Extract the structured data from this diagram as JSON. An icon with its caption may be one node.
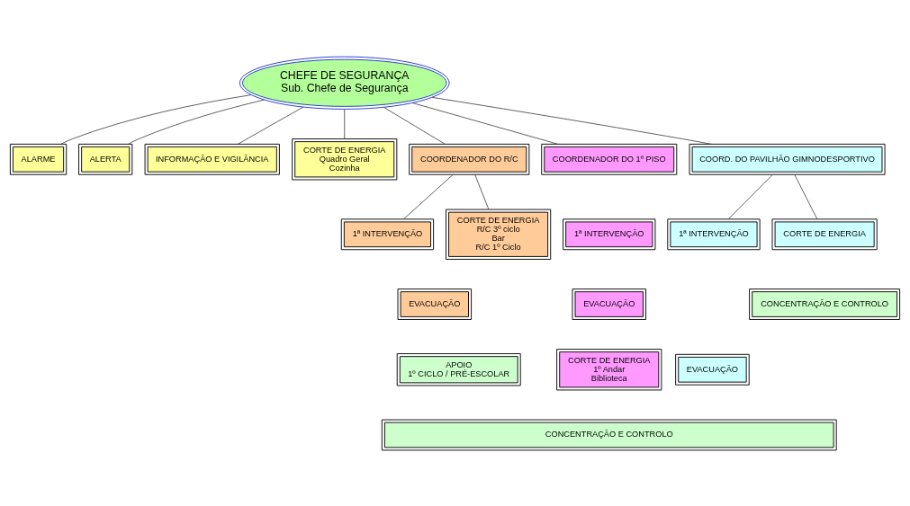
{
  "diagram": {
    "nodes": [
      {
        "text": [
          "CHEFE DE SEGURANÇA",
          "Sub. Chefe de Segurança"
        ]
      },
      {
        "text": [
          "ALARME"
        ]
      },
      {
        "text": [
          "ALERTA"
        ]
      },
      {
        "text": [
          "INFORMAÇÃO E VIGILÂNCIA"
        ]
      },
      {
        "text": [
          "CORTE DE ENERGIA",
          "Quadro Geral",
          "Cozinha"
        ]
      },
      {
        "text": [
          "COORDENADOR DO R/C"
        ]
      },
      {
        "text": [
          "COORDENADOR DO 1º PISO"
        ]
      },
      {
        "text": [
          "COORD. DO PAVILHÃO GIMNODESPORTIVO"
        ]
      },
      {
        "text": [
          "1ª INTERVENÇÃO"
        ]
      },
      {
        "text": [
          "CORTE DE ENERGIA",
          "R/C 3º ciclo",
          "Bar",
          "R/C 1º Ciclo"
        ]
      },
      {
        "text": [
          "EVACUAÇÃO"
        ]
      },
      {
        "text": [
          "APOIO",
          "1º CICLO / PRÉ-ESCOLAR"
        ]
      },
      {
        "text": [
          "1ª INTERVENÇÃO"
        ]
      },
      {
        "text": [
          "EVACUAÇÃO"
        ]
      },
      {
        "text": [
          "CORTE DE ENERGIA",
          "1º Andar",
          "Biblioteca"
        ]
      },
      {
        "text": [
          "1ª INTERVENÇÃO"
        ]
      },
      {
        "text": [
          "CORTE DE ENERGIA"
        ]
      },
      {
        "text": [
          "EVACUAÇÃO"
        ]
      },
      {
        "text": [
          "CONCENTRAÇÃO E CONTROLO"
        ]
      },
      {
        "text": [
          "CONCENTRAÇÃO E CONTROLO"
        ]
      }
    ],
    "edges": [
      {
        "from": 0,
        "to": 1,
        "arrow": "none"
      },
      {
        "from": 0,
        "to": 2,
        "arrow": "none"
      },
      {
        "from": 0,
        "to": 3,
        "arrow": "none"
      },
      {
        "from": 0,
        "to": 4,
        "arrow": "none"
      },
      {
        "from": 0,
        "to": 5,
        "arrow": "none"
      },
      {
        "from": 0,
        "to": 6,
        "arrow": "none"
      },
      {
        "from": 0,
        "to": 7,
        "arrow": "none"
      },
      {
        "from": 5,
        "to": 8,
        "arrow": "none"
      },
      {
        "from": 5,
        "to": 9,
        "arrow": "none"
      },
      {
        "from": 7,
        "to": 15,
        "arrow": "none"
      },
      {
        "from": 7,
        "to": 16,
        "arrow": "none"
      }
    ]
  }
}
